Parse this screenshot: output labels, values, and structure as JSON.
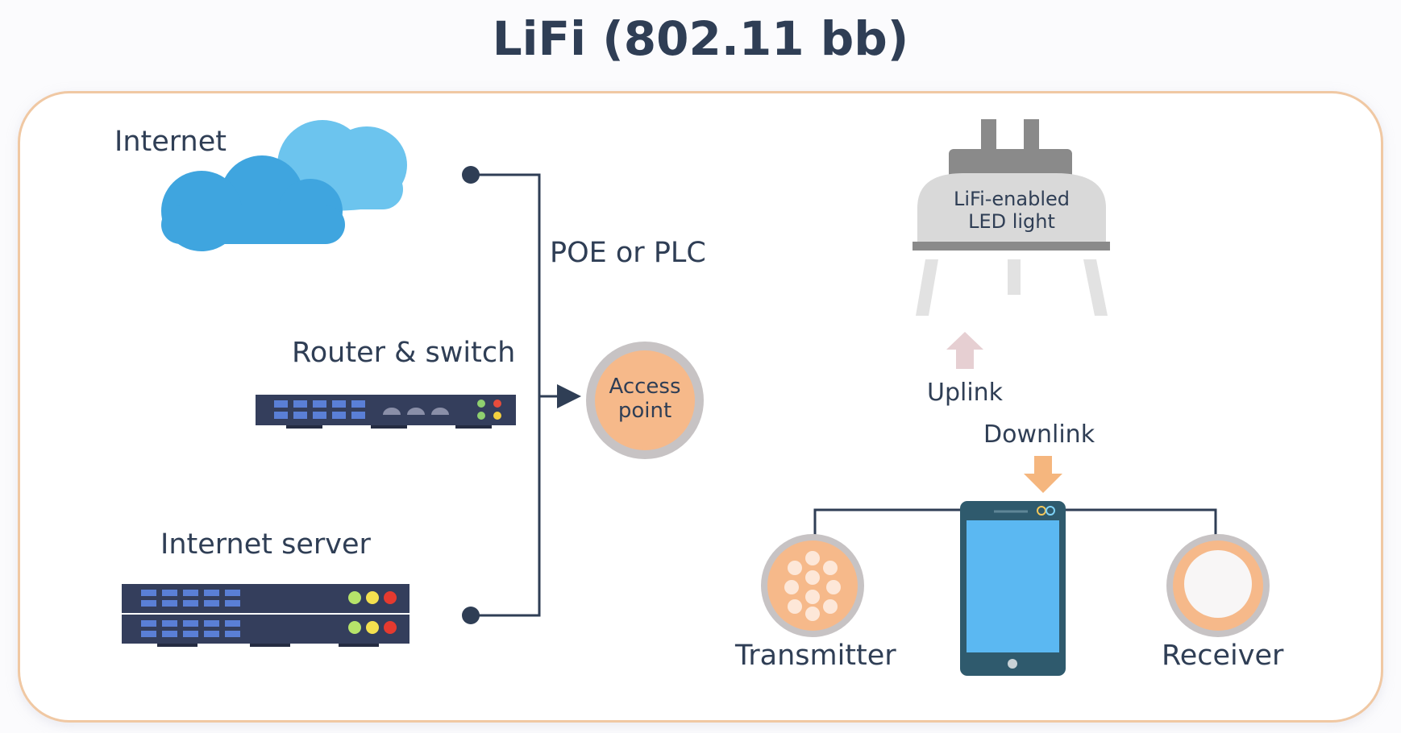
{
  "title": "LiFi (802.11 bb)",
  "labels": {
    "internet": "Internet",
    "router_switch": "Router & switch",
    "internet_server": "Internet server",
    "poe_plc": "POE or PLC",
    "access_point_line1": "Access",
    "access_point_line2": "point",
    "led_line1": "LiFi-enabled",
    "led_line2": "LED light",
    "uplink": "Uplink",
    "downlink": "Downlink",
    "transmitter": "Transmitter",
    "receiver": "Receiver"
  },
  "colors": {
    "title": "#2f3e55",
    "panel_border": "#f0c8a3",
    "line": "#2f3e55",
    "cloud_front": "#3fa5df",
    "cloud_back": "#6cc4ee",
    "device_body": "#343e5c",
    "device_port": "#5a7fd6",
    "access_point_fill": "#f6b98a",
    "ring": "#c7c3c4",
    "lamp_gray": "#8a8a8a",
    "lamp_dome": "#d9d9d9",
    "uplink_arrow": "#e6cfd2",
    "downlink_arrow": "#f5b67e",
    "phone_body": "#2f5a6d",
    "phone_screen": "#5bb8f2"
  },
  "icons": [
    "cloud-icon",
    "router-switch-icon",
    "internet-server-icon",
    "access-point-icon",
    "led-lamp-icon",
    "uplink-arrow-icon",
    "downlink-arrow-icon",
    "smartphone-icon",
    "transmitter-icon",
    "receiver-icon"
  ]
}
